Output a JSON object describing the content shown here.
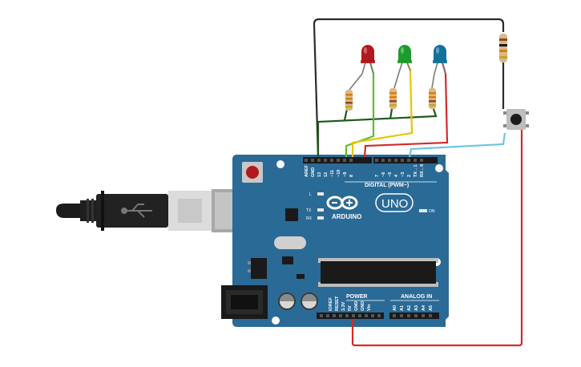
{
  "board": {
    "brand": "ARDUINO",
    "model": "UNO",
    "digital_header_title": "DIGITAL (PWM~)",
    "power_header_title": "POWER",
    "analog_header_title": "ANALOG IN",
    "led_on_label": "ON",
    "led_l_label": "L",
    "led_tx_label": "TX",
    "led_rx_label": "RX",
    "digital_pins": [
      "AREF",
      "GND",
      "13",
      "12",
      "~11",
      "~10",
      "~9",
      "8",
      "7",
      "~6",
      "~5",
      "4",
      "~3",
      "2",
      "TX→1",
      "RX←0"
    ],
    "power_pins": [
      "IOREF",
      "RESET",
      "3.3V",
      "5V",
      "GND",
      "GND",
      "Vin"
    ],
    "analog_pins": [
      "A0",
      "A1",
      "A2",
      "A3",
      "A4",
      "A5"
    ]
  },
  "components": {
    "leds": [
      {
        "color_name": "red",
        "color": "#b3181c"
      },
      {
        "color_name": "green",
        "color": "#1f9a2c"
      },
      {
        "color_name": "blue",
        "color": "#13719a"
      }
    ],
    "wire_colors": {
      "black": "#2b2b2b",
      "dark_green": "#1b5a1b",
      "green": "#5cbf2a",
      "yellow": "#e8c400",
      "red": "#d42a2a",
      "light_blue": "#6cc6e0"
    },
    "board_color": "#2a6a96"
  }
}
